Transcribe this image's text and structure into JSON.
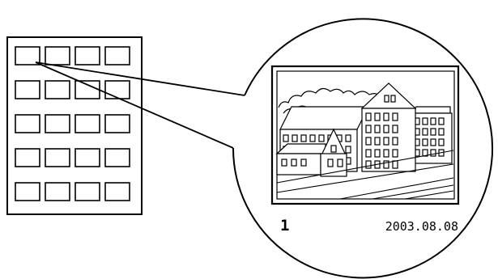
{
  "sheet": {
    "rows": 5,
    "cols": 4,
    "highlighted_cell": 1
  },
  "magnified_print": {
    "frame_number": "1",
    "date": "2003.08.08"
  },
  "colors": {
    "stroke": "#000000",
    "background": "#ffffff"
  }
}
